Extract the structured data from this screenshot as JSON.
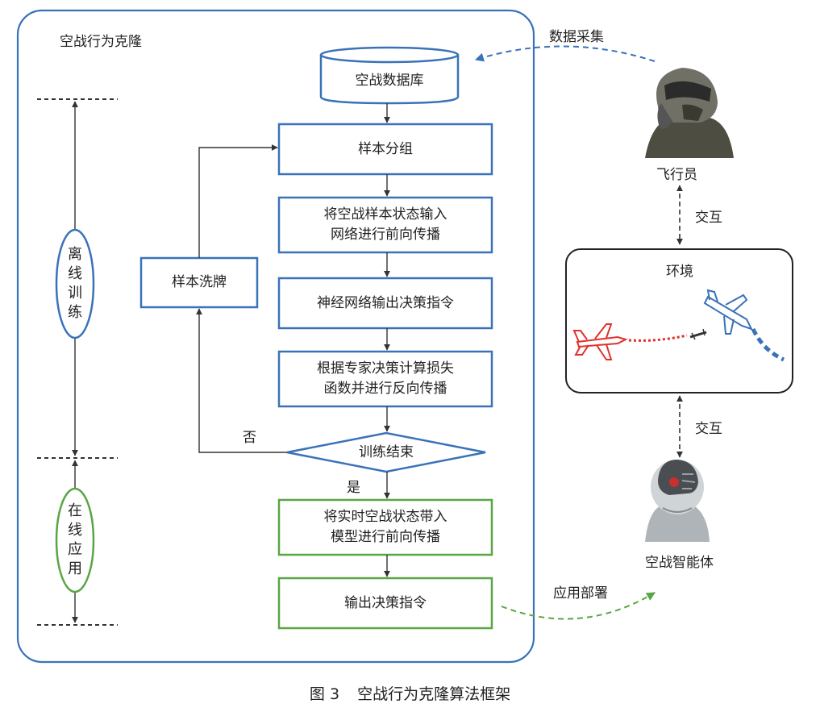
{
  "frame": {
    "title": "空战行为克隆"
  },
  "phases": {
    "offline": [
      "离",
      "线",
      "训",
      "练"
    ],
    "online": [
      "在",
      "线",
      "应",
      "用"
    ]
  },
  "nodes": {
    "database": "空战数据库",
    "sample_group": "样本分组",
    "forward_line1": "将空战样本状态输入",
    "forward_line2": "网络进行前向传播",
    "nn_output": "神经网络输出决策指令",
    "loss_line1": "根据专家决策计算损失",
    "loss_line2": "函数并进行反向传播",
    "train_end": "训练结束",
    "shuffle": "样本洗牌",
    "realtime_line1": "将实时空战状态带入",
    "realtime_line2": "模型进行前向传播",
    "output_decision": "输出决策指令"
  },
  "branches": {
    "no": "否",
    "yes": "是"
  },
  "right": {
    "data_collect": "数据采集",
    "pilot": "飞行员",
    "interact_top": "交互",
    "environment": "环境",
    "interact_bottom": "交互",
    "agent": "空战智能体",
    "deploy": "应用部署"
  },
  "caption": {
    "number": "图 3",
    "text": "空战行为克隆算法框架"
  },
  "colors": {
    "blue": "#3a72b8",
    "green": "#5aa545",
    "red": "#e0312b",
    "dark": "#333333"
  }
}
